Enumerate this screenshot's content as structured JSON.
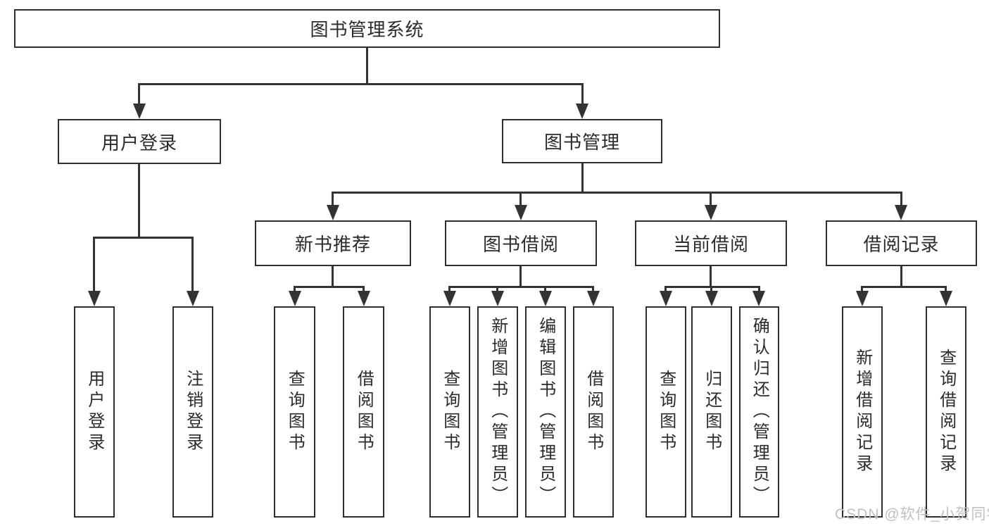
{
  "tree": {
    "label": "图书管理系统",
    "children": [
      {
        "label": "用户登录",
        "children": [
          {
            "label": "用户登录"
          },
          {
            "label": "注销登录"
          }
        ]
      },
      {
        "label": "图书管理",
        "children": [
          {
            "label": "新书推荐",
            "children": [
              {
                "label": "查询图书"
              },
              {
                "label": "借阅图书"
              }
            ]
          },
          {
            "label": "图书借阅",
            "children": [
              {
                "label": "查询图书"
              },
              {
                "label": "新增图书（管理员）"
              },
              {
                "label": "编辑图书（管理员）"
              },
              {
                "label": "借阅图书"
              }
            ]
          },
          {
            "label": "当前借阅",
            "children": [
              {
                "label": "查询图书"
              },
              {
                "label": "归还图书"
              },
              {
                "label": "确认归还（管理员）"
              }
            ]
          },
          {
            "label": "借阅记录",
            "children": [
              {
                "label": "新增借阅记录"
              },
              {
                "label": "查询借阅记录"
              }
            ]
          }
        ]
      }
    ]
  },
  "watermark": "CSDN @软件_小贺同学",
  "colors": {
    "line": "#333333",
    "box_border": "#2f2f2f",
    "text": "#2b2b2b",
    "background": "#ffffff",
    "watermark": "#c1c1c1"
  }
}
